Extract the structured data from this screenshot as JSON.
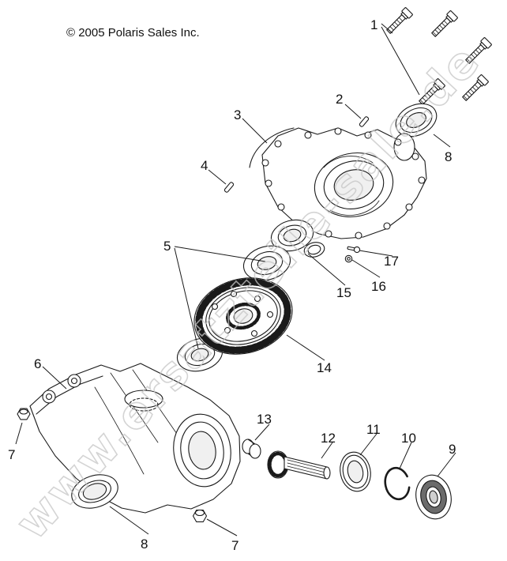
{
  "copyright": "© 2005 Polaris Sales Inc.",
  "watermark": "www.ersatzteile-sale.de",
  "callouts": [
    "1",
    "2",
    "3",
    "4",
    "5",
    "6",
    "7",
    "7",
    "8",
    "8",
    "9",
    "10",
    "11",
    "12",
    "13",
    "14",
    "15",
    "16",
    "17"
  ],
  "colors": {
    "background": "#ffffff",
    "line": "#1a1a1a",
    "watermark": "#c6c6c6"
  }
}
